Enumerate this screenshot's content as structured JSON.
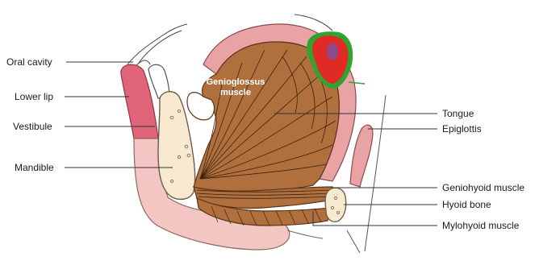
{
  "diagram": {
    "labels": {
      "oral_cavity": "Oral cavity",
      "lower_lip": "Lower lip",
      "vestibule": "Vestibule",
      "mandible": "Mandible",
      "genioglossus_line1": "Genioglossus",
      "genioglossus_line2": "muscle",
      "tongue": "Tongue",
      "epiglottis": "Epiglottis",
      "geniohyoid_muscle": "Geniohyoid muscle",
      "hyoid_bone": "Hyoid bone",
      "mylohyoid_muscle": "Mylohyoid muscle"
    },
    "colors": {
      "muscle": "#b0703d",
      "muscle_fiber": "#3a2210",
      "tongue_surface": "#eaa3a5",
      "lip": "#e0657a",
      "gingiva": "#f3c6c4",
      "bone": "#f6e9cf",
      "bone_outline": "#6e5e48",
      "gland_red": "#e02a25",
      "gland_green": "#2fa52f",
      "gland_purple": "#8a4a93"
    }
  }
}
